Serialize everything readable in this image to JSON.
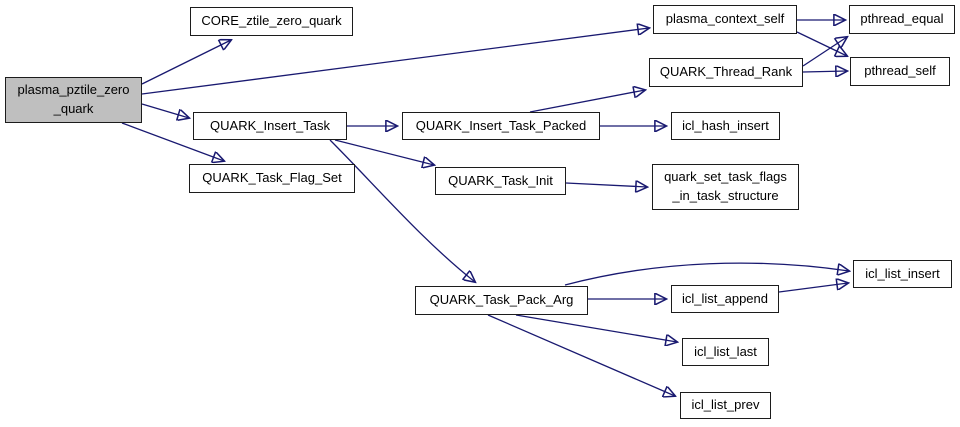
{
  "diagram": {
    "type": "call-graph",
    "colors": {
      "edge": "#191970",
      "node_border": "#1c1c1c",
      "node_fill": "#ffffff",
      "root_fill": "#bfbfbf",
      "text": "#000000",
      "background": "#ffffff"
    },
    "nodes": {
      "root": {
        "label": "plasma_pztile_zero\n_quark"
      },
      "core_ztile_zero_quark": {
        "label": "CORE_ztile_zero_quark"
      },
      "plasma_context_self": {
        "label": "plasma_context_self"
      },
      "pthread_equal": {
        "label": "pthread_equal"
      },
      "pthread_self": {
        "label": "pthread_self"
      },
      "quark_thread_rank": {
        "label": "QUARK_Thread_Rank"
      },
      "quark_insert_task": {
        "label": "QUARK_Insert_Task"
      },
      "quark_insert_task_packed": {
        "label": "QUARK_Insert_Task_Packed"
      },
      "icl_hash_insert": {
        "label": "icl_hash_insert"
      },
      "quark_task_flag_set": {
        "label": "QUARK_Task_Flag_Set"
      },
      "quark_task_init": {
        "label": "QUARK_Task_Init"
      },
      "quark_set_task_flags_in_task_structure": {
        "label": "quark_set_task_flags\n_in_task_structure"
      },
      "quark_task_pack_arg": {
        "label": "QUARK_Task_Pack_Arg"
      },
      "icl_list_insert": {
        "label": "icl_list_insert"
      },
      "icl_list_append": {
        "label": "icl_list_append"
      },
      "icl_list_last": {
        "label": "icl_list_last"
      },
      "icl_list_prev": {
        "label": "icl_list_prev"
      }
    },
    "edges": [
      {
        "from": "plasma_pztile_zero_quark",
        "to": "CORE_ztile_zero_quark"
      },
      {
        "from": "plasma_pztile_zero_quark",
        "to": "plasma_context_self"
      },
      {
        "from": "plasma_pztile_zero_quark",
        "to": "QUARK_Insert_Task"
      },
      {
        "from": "plasma_pztile_zero_quark",
        "to": "QUARK_Task_Flag_Set"
      },
      {
        "from": "plasma_context_self",
        "to": "pthread_equal"
      },
      {
        "from": "plasma_context_self",
        "to": "pthread_self"
      },
      {
        "from": "QUARK_Thread_Rank",
        "to": "pthread_equal"
      },
      {
        "from": "QUARK_Thread_Rank",
        "to": "pthread_self"
      },
      {
        "from": "QUARK_Insert_Task",
        "to": "QUARK_Insert_Task_Packed"
      },
      {
        "from": "QUARK_Insert_Task",
        "to": "QUARK_Task_Init"
      },
      {
        "from": "QUARK_Insert_Task",
        "to": "QUARK_Task_Pack_Arg"
      },
      {
        "from": "QUARK_Insert_Task_Packed",
        "to": "QUARK_Thread_Rank"
      },
      {
        "from": "QUARK_Insert_Task_Packed",
        "to": "icl_hash_insert"
      },
      {
        "from": "QUARK_Task_Init",
        "to": "quark_set_task_flags_in_task_structure"
      },
      {
        "from": "QUARK_Task_Pack_Arg",
        "to": "icl_list_insert"
      },
      {
        "from": "QUARK_Task_Pack_Arg",
        "to": "icl_list_append"
      },
      {
        "from": "QUARK_Task_Pack_Arg",
        "to": "icl_list_last"
      },
      {
        "from": "QUARK_Task_Pack_Arg",
        "to": "icl_list_prev"
      },
      {
        "from": "icl_list_append",
        "to": "icl_list_insert"
      }
    ]
  }
}
